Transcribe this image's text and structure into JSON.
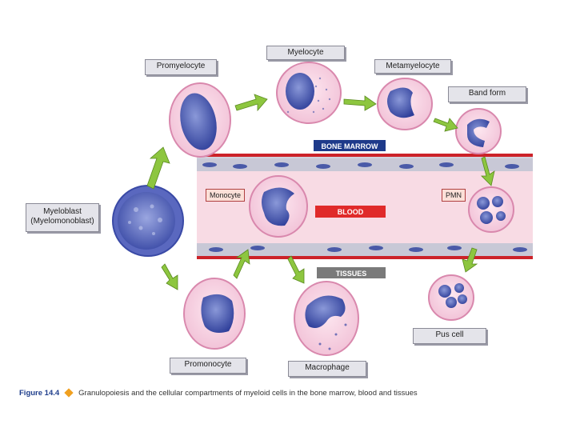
{
  "labels": {
    "promyelocyte": "Promyelocyte",
    "myelocyte": "Myelocyte",
    "metamyelocyte": "Metamyelocyte",
    "band_form": "Band form",
    "myeloblast_line1": "Myeloblast",
    "myeloblast_line2": "(Myelomonoblast)",
    "monocyte": "Monocyte",
    "pmn": "PMN",
    "promonocyte": "Promonocyte",
    "macrophage": "Macrophage",
    "pus_cell": "Pus cell"
  },
  "compartments": {
    "bone_marrow": "BONE MARROW",
    "blood": "BLOOD",
    "tissues": "TISSUES"
  },
  "caption": {
    "figure": "Figure 14.4",
    "text": "Granulopoiesis and the cellular compartments of myeloid cells in the bone marrow, blood and tissues"
  },
  "colors": {
    "cell_fill": "#f6d3e2",
    "cell_border": "#d988ad",
    "nucleus": "#3f4fa8",
    "arrow": "#8dc63f",
    "vessel_wall": "#c4c4d4",
    "vessel_lumen": "#f7d9e2",
    "vessel_edge": "#cc2229",
    "blood_tag": "#e02a2a",
    "marrow_tag": "#1e3a8a",
    "tissues_tag": "#777777",
    "figure_label": "#1f3e8c"
  }
}
